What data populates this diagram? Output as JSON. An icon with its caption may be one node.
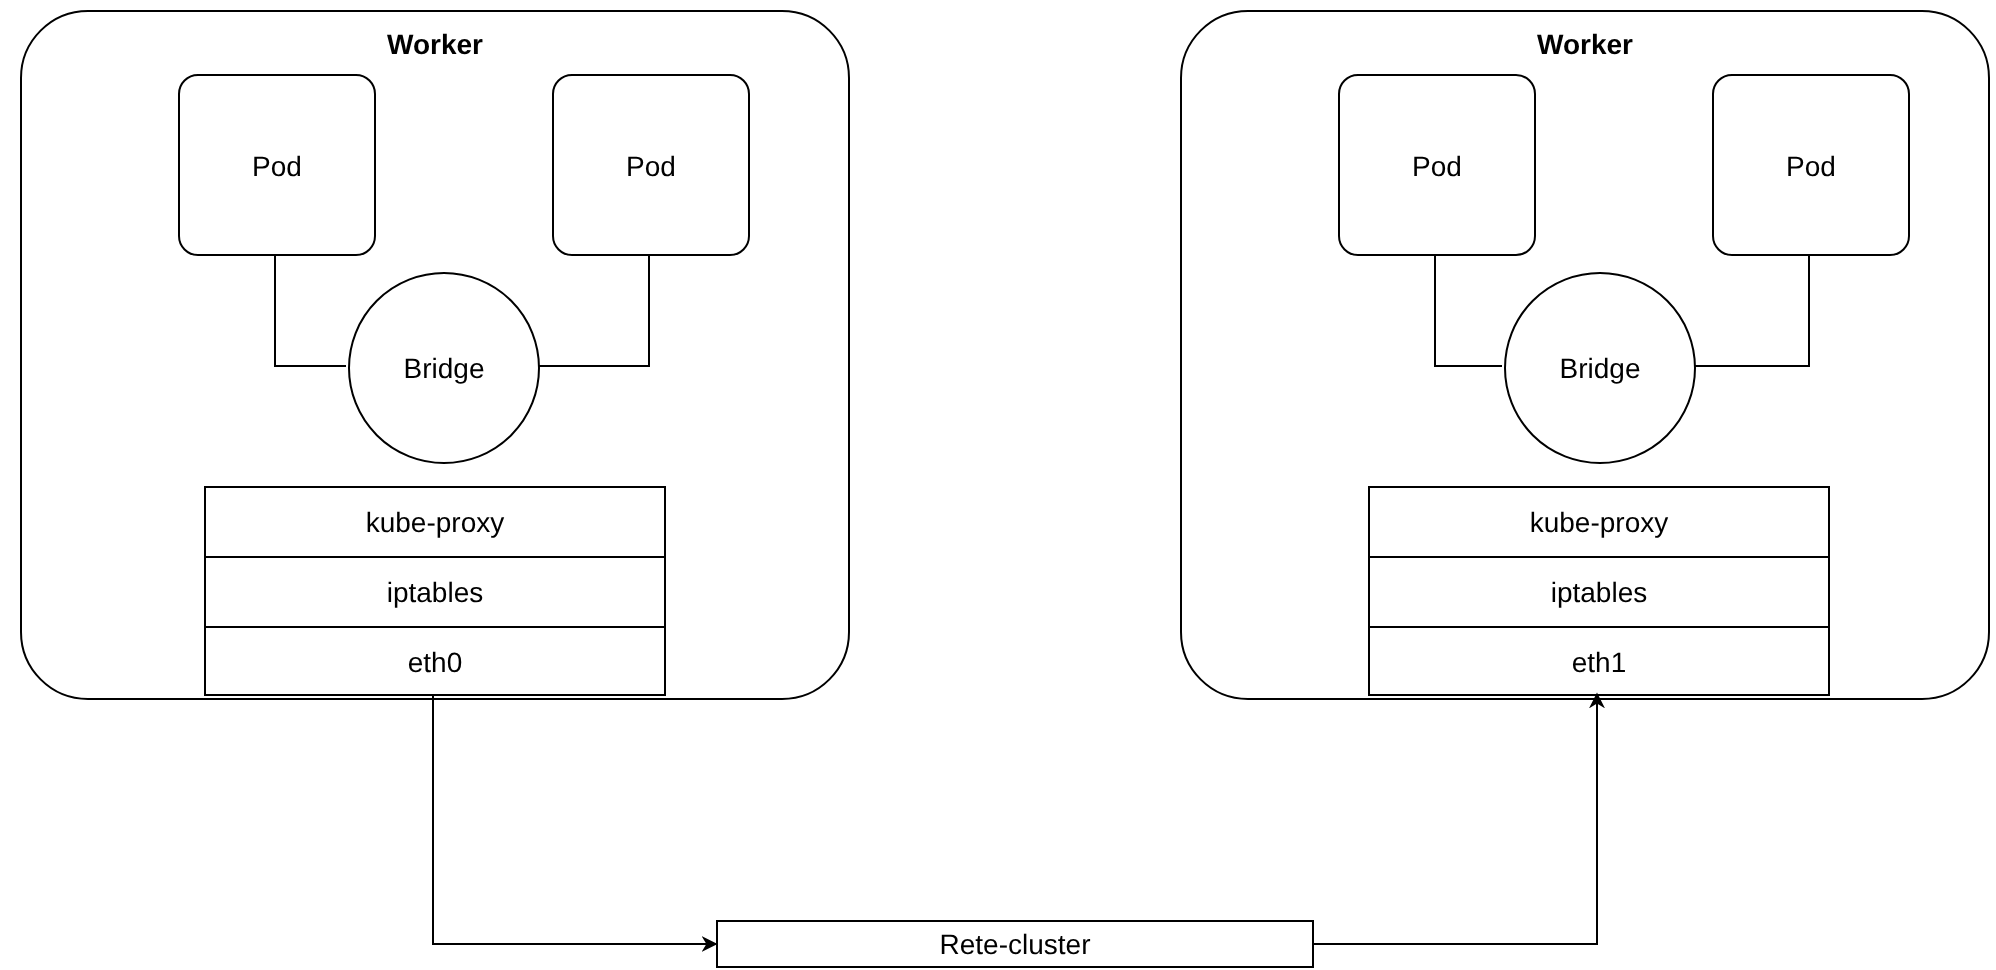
{
  "diagram": {
    "nodes": [
      {
        "text": [
          "Worker"
        ]
      },
      {
        "text": [
          "Pod"
        ],
        "in": 0
      },
      {
        "text": [
          "Pod"
        ],
        "in": 0
      },
      {
        "text": [
          "Bridge"
        ],
        "in": 0
      },
      {
        "text": [
          "kube-proxy"
        ],
        "in": 0
      },
      {
        "text": [
          "iptables"
        ],
        "in": 0
      },
      {
        "text": [
          "eth0"
        ],
        "in": 0
      },
      {
        "text": [
          "Worker"
        ]
      },
      {
        "text": [
          "Pod"
        ],
        "in": 7
      },
      {
        "text": [
          "Pod"
        ],
        "in": 7
      },
      {
        "text": [
          "Bridge"
        ],
        "in": 7
      },
      {
        "text": [
          "kube-proxy"
        ],
        "in": 7
      },
      {
        "text": [
          "iptables"
        ],
        "in": 7
      },
      {
        "text": [
          "eth1"
        ],
        "in": 7
      },
      {
        "text": [
          "Rete-cluster"
        ]
      }
    ],
    "edges": [
      {
        "from": 1,
        "to": 3,
        "arrow": "none"
      },
      {
        "from": 2,
        "to": 3,
        "arrow": "none"
      },
      {
        "from": 8,
        "to": 10,
        "arrow": "none"
      },
      {
        "from": 9,
        "to": 10,
        "arrow": "none"
      },
      {
        "from": 6,
        "to": 14,
        "arrow": "to"
      },
      {
        "from": 14,
        "to": 13,
        "arrow": "to"
      }
    ]
  }
}
